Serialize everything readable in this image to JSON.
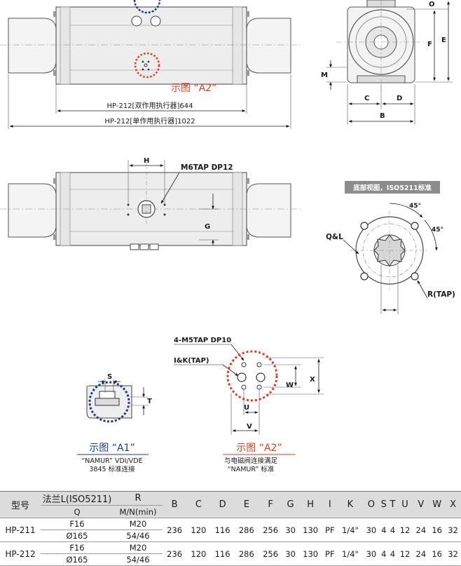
{
  "drawing": {
    "dim_o": "O",
    "dim_e": "E",
    "dim_f": "F",
    "dim_m": "M",
    "dim_c": "C",
    "dim_d": "D",
    "dim_b": "B",
    "label_double": "HP-212[双作用执行器]644",
    "label_single": "HP-212[单作用执行器]1022",
    "label_show_a2_top": "示图 “A2”",
    "dim_h": "H",
    "label_m6tap": "M6TAP DP12",
    "dim_g": "G",
    "bottom_view_title": "底部视图，ISO5211标准",
    "angle_1": "45°",
    "angle_2": "45°",
    "label_ql": "Q&L",
    "label_rtap": "R(TAP)",
    "label_m5tap": "4-M5TAP DP10",
    "label_ik": "I&K(TAP)",
    "dim_w": "W",
    "dim_x": "X",
    "dim_u": "U",
    "dim_v": "V",
    "dim_s": "S",
    "dim_t": "T",
    "show_a1": "示图 “A1”",
    "a1_note_1": "“NAMUR” VDI/VDE",
    "a1_note_2": "3845 标准连接",
    "show_a2": "示图 “A2”",
    "a2_note_1": "与电磁阀连接满足",
    "a2_note_2": "“NAMUR” 标准"
  },
  "table": {
    "col_model": "型号",
    "col_flange": "法兰L(ISO5211)",
    "col_r": "R",
    "sub_q": "Q",
    "sub_mn": "M/N(min)",
    "cols": [
      "B",
      "C",
      "D",
      "E",
      "F",
      "G",
      "H",
      "I",
      "K",
      "O",
      "S",
      "T",
      "U",
      "V",
      "W",
      "X"
    ],
    "rows": [
      {
        "model": "HP-211",
        "flange_1": "F16",
        "flange_2": "Ø165",
        "r_1": "M20",
        "r_2": "54/46",
        "vals": [
          "236",
          "120",
          "116",
          "286",
          "256",
          "30",
          "130",
          "PF",
          "1/4\"",
          "30",
          "4",
          "4",
          "12",
          "24",
          "16",
          "32"
        ]
      },
      {
        "model": "HP-212",
        "flange_1": "F16",
        "flange_2": "Ø165",
        "r_1": "M20",
        "r_2": "54/46",
        "vals": [
          "236",
          "120",
          "116",
          "286",
          "256",
          "30",
          "130",
          "PF",
          "1/4\"",
          "30",
          "4",
          "4",
          "12",
          "24",
          "16",
          "32"
        ]
      }
    ]
  }
}
